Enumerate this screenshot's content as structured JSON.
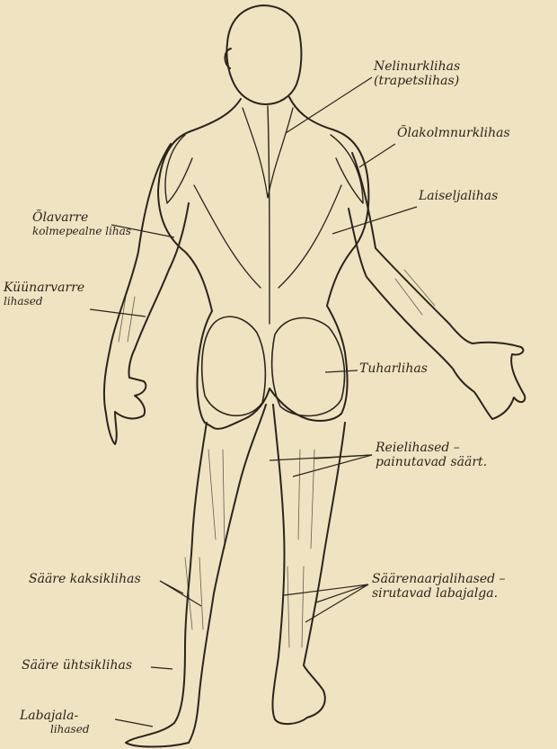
{
  "background_color": "#efe3c2",
  "ink_color": "#2b241c",
  "labels": {
    "trapezius": {
      "line1": "Nelinurklihas",
      "line2": "(trapetslihas)"
    },
    "deltoid": "Õlakolmnurklihas",
    "latissimus": "Laiseljalihas",
    "triceps": {
      "line1": "Õlavarre",
      "line2": "kolmepealne lihas"
    },
    "forearm": {
      "line1": "Küünarvarre",
      "line2": "lihased"
    },
    "gluteus": "Tuharlihas",
    "hamstrings": {
      "line1": "Reielihased –",
      "line2": "painutavad säärt."
    },
    "calf": "Sääre kaksiklihas",
    "calf_flexors": {
      "line1": "Säärenaarjalihased –",
      "line2": "sirutavad labajalga."
    },
    "soleus": "Sääre ühtsiklihas",
    "foot": {
      "line1": "Labajala-",
      "line2": "lihased"
    }
  }
}
